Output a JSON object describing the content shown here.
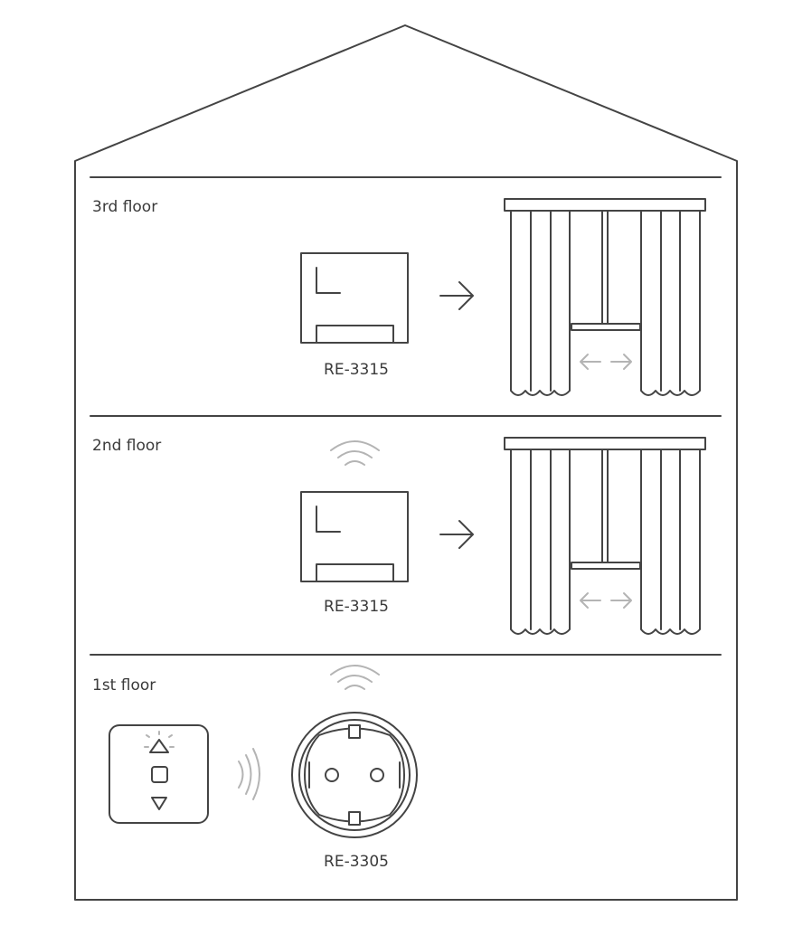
{
  "floors": {
    "third": {
      "label": "3rd floor",
      "device_label": "RE-3315"
    },
    "second": {
      "label": "2nd floor",
      "device_label": "RE-3315"
    },
    "first": {
      "label": "1st floor",
      "device_label": "RE-3305"
    }
  },
  "colors": {
    "line": "#444444",
    "light_line": "#b4b4b4",
    "background": "#ffffff"
  }
}
